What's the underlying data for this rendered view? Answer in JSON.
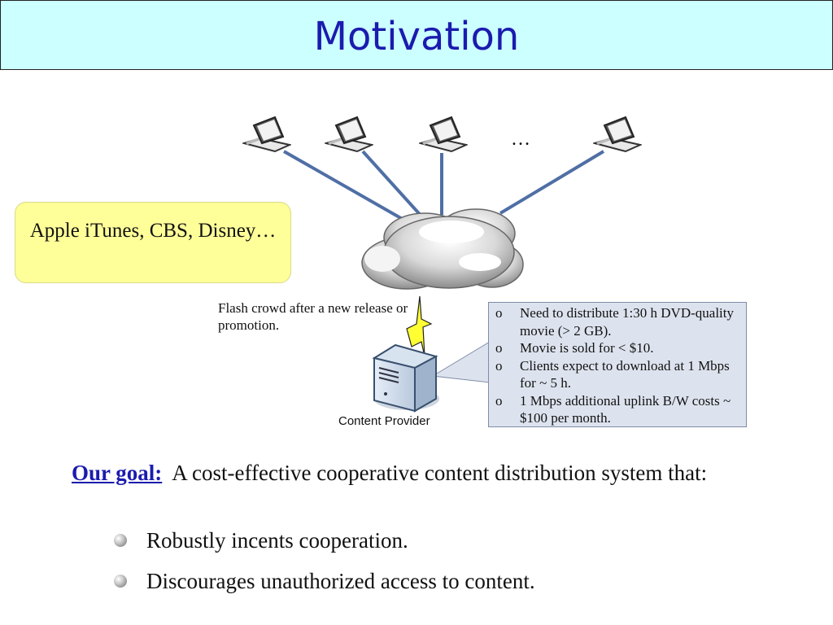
{
  "title": "Motivation",
  "callout": {
    "text": "Apple iTunes, CBS, Disney…"
  },
  "flash_text": "Flash crowd after a new release or promotion.",
  "ellipsis": "…",
  "server_label": "Content Provider",
  "facts": [
    "Need to distribute 1:30 h DVD-quality movie (> 2 GB).",
    "Movie is sold for < $10.",
    "Clients expect to download at 1 Mbps for ~ 5 h.",
    "1 Mbps additional uplink B/W costs ~ $100 per month."
  ],
  "goal": {
    "label": "Our goal:",
    "text": "A cost-effective cooperative content distribution system that:",
    "items": [
      "Robustly incents cooperation.",
      "Discourages unauthorized access to content."
    ]
  },
  "colors": {
    "title_background": "#ccffff",
    "title_text": "#1b1baf",
    "callout_background": "#ffff99",
    "facts_background": "#dde3ee",
    "link_lines": "#4f6fa5",
    "lightning": "#ffff33"
  }
}
